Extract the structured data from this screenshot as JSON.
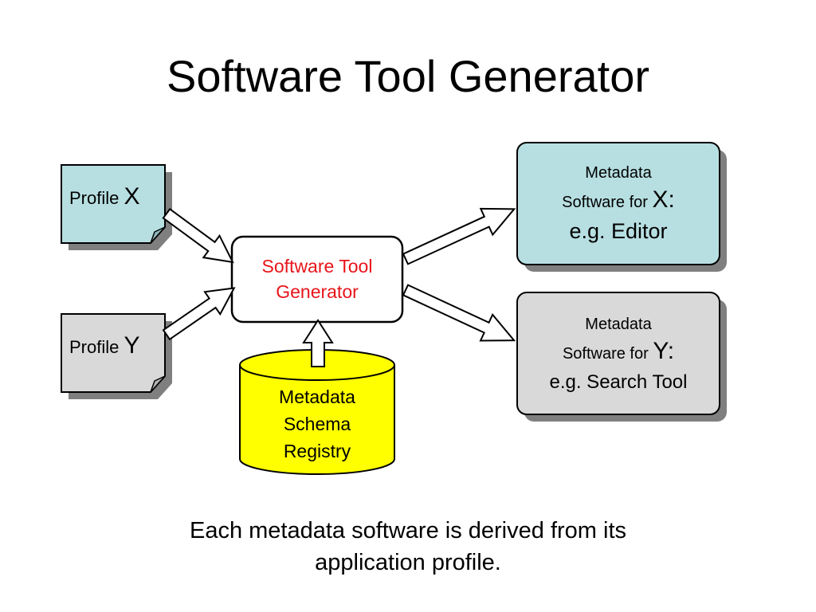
{
  "title": "Software Tool Generator",
  "profiles": [
    {
      "prefix": "Profile ",
      "letter": "X",
      "fill": "#b7dfe2"
    },
    {
      "prefix": "Profile ",
      "letter": "Y",
      "fill": "#d9d9d9"
    }
  ],
  "generator": {
    "line1": "Software Tool",
    "line2": "Generator",
    "text_color": "#e8141a"
  },
  "registry": {
    "line1": "Metadata",
    "line2": "Schema",
    "line3": "Registry",
    "fill": "#ffff00"
  },
  "outputs": [
    {
      "line1": "Metadata",
      "line2_prefix": "Software for ",
      "letter": "X:",
      "line3": "e.g. Editor",
      "fill": "#b7dfe2"
    },
    {
      "line1": "Metadata",
      "line2_prefix": "Software for ",
      "letter": "Y:",
      "line3": "e.g. Search Tool",
      "fill": "#d9d9d9"
    }
  ],
  "caption": {
    "line1": "Each metadata software is derived from its",
    "line2": "application profile."
  }
}
